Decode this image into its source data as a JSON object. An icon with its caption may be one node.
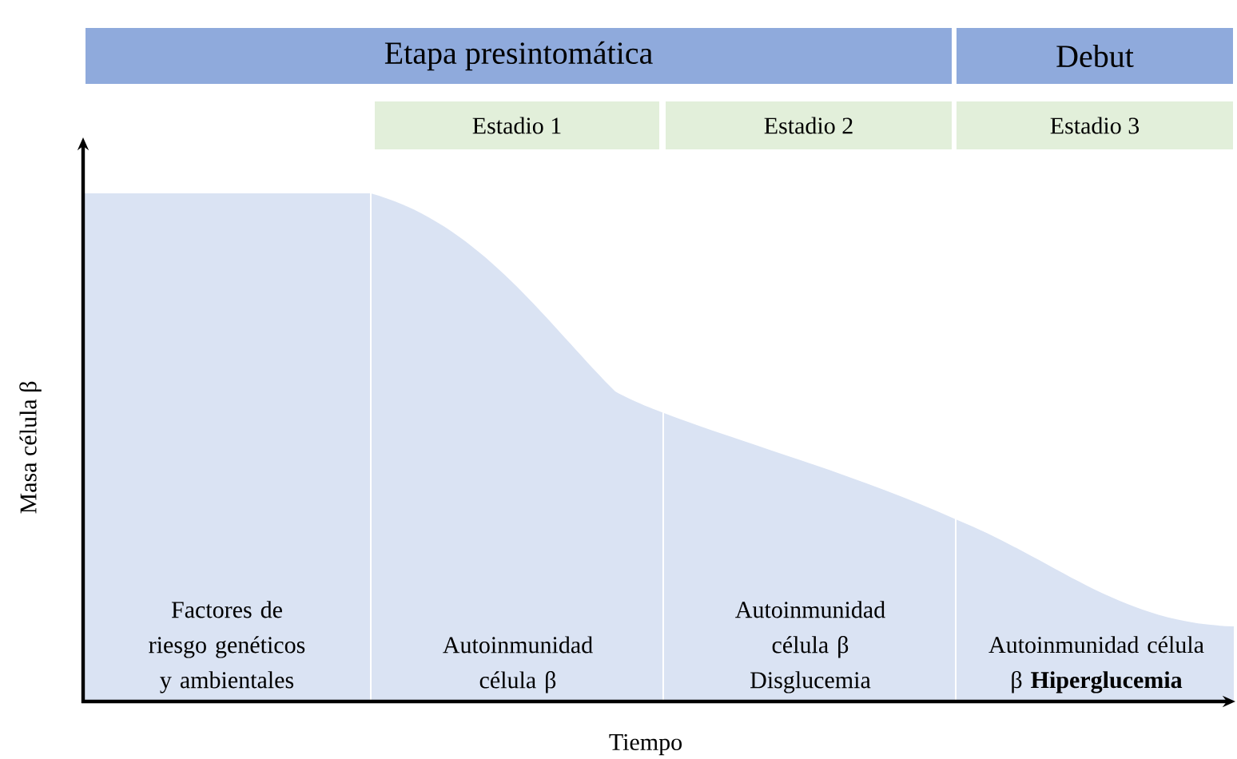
{
  "diagram": {
    "nodes": [
      {
        "text": [
          "Etapa presintomática"
        ]
      },
      {
        "text": [
          "Debut"
        ]
      },
      {
        "text": [
          "Estadio 1"
        ]
      },
      {
        "text": [
          "Estadio 2"
        ]
      },
      {
        "text": [
          "Estadio 3"
        ]
      }
    ],
    "labels": [
      "Masa célula β",
      "Factores de riesgo genéticos y ambientales",
      "Autoinmunidad célula β",
      "Autoinmunidad célula β Disglucemia",
      "Autoinmunidad célula β **Hiperglucemia**",
      "Tiempo"
    ]
  }
}
